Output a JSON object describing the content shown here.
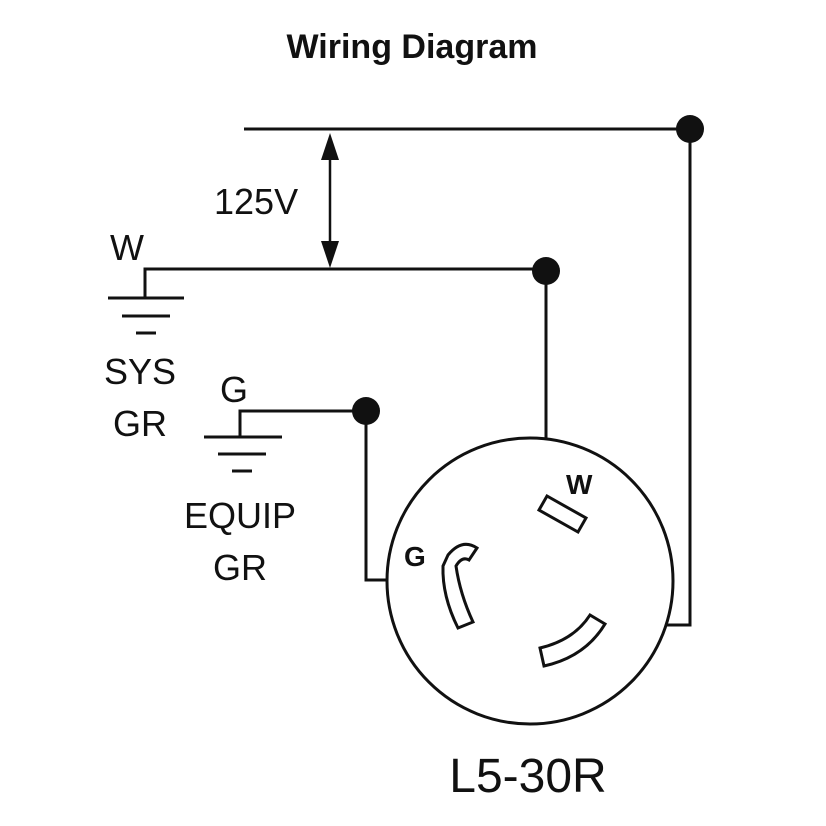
{
  "title": "Wiring Diagram",
  "voltage_label": "125V",
  "neutral_label": "W",
  "sys_ground_label_line1": "SYS",
  "sys_ground_label_line2": "GR",
  "ground_label": "G",
  "equip_ground_label_line1": "EQUIP",
  "equip_ground_label_line2": "GR",
  "receptacle": {
    "model": "L5-30R",
    "slot_w_label": "W",
    "slot_g_label": "G"
  }
}
